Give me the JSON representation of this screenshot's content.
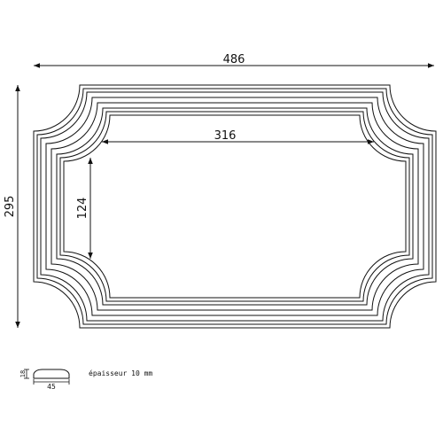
{
  "drawing": {
    "dim_width": "486",
    "dim_height": "295",
    "dim_inner_width": "316",
    "dim_inner_height": "124",
    "profile_height": "18",
    "profile_width": "45",
    "thickness_note": "épaisseur 10 mm"
  }
}
